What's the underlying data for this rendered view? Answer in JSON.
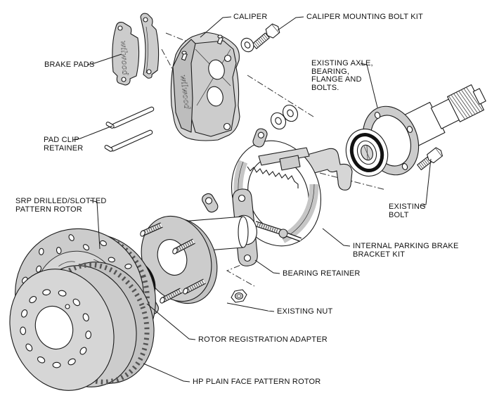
{
  "diagram": {
    "title_implicit": "Rear disc brake kit exploded view",
    "background": "#ffffff",
    "colors": {
      "line": "#1a1a1a",
      "part_fill": "#cccccc",
      "part_fill_dark": "#bdbdbd",
      "seal_ring": "#111111"
    },
    "brand_logo": "wilwood",
    "labels": {
      "caliper": {
        "lines": [
          "CALIPER"
        ]
      },
      "caliper_mounting_bolt_kit": {
        "lines": [
          "CALIPER MOUNTING BOLT KIT"
        ]
      },
      "brake_pads": {
        "lines": [
          "BRAKE PADS"
        ]
      },
      "existing_axle": {
        "lines": [
          "EXISTING AXLE,",
          "BEARING,",
          "FLANGE AND",
          "BOLTS."
        ]
      },
      "pad_clip_retainer": {
        "lines": [
          "PAD CLIP",
          "RETAINER"
        ]
      },
      "srp_rotor": {
        "lines": [
          "SRP DRILLED/SLOTTED",
          "PATTERN ROTOR"
        ]
      },
      "existing_bolt": {
        "lines": [
          "EXISTING",
          "BOLT"
        ]
      },
      "internal_parking_brake_bracket_kit": {
        "lines": [
          "INTERNAL PARKING BRAKE",
          "BRACKET KIT"
        ]
      },
      "bearing_retainer": {
        "lines": [
          "BEARING RETAINER"
        ]
      },
      "existing_nut": {
        "lines": [
          "EXISTING NUT"
        ]
      },
      "rotor_registration_adapter": {
        "lines": [
          "ROTOR REGISTRATION ADAPTER"
        ]
      },
      "hp_rotor": {
        "lines": [
          "HP PLAIN FACE PATTERN ROTOR"
        ]
      }
    }
  }
}
